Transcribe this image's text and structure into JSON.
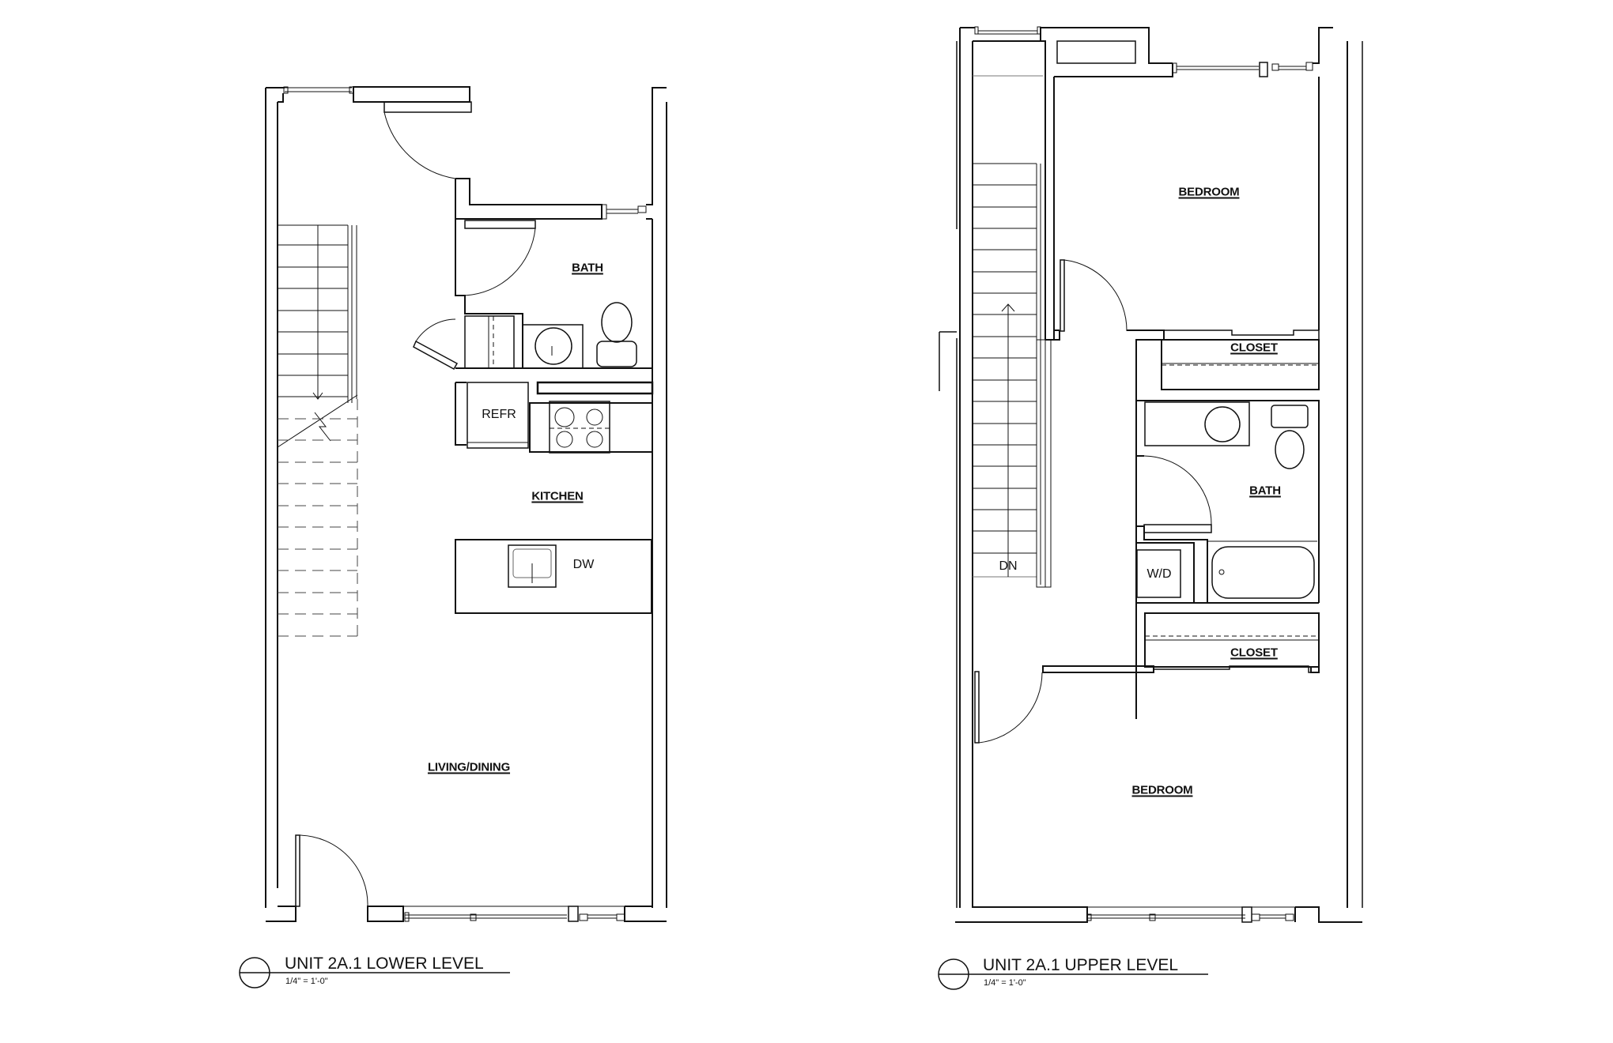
{
  "lower_level": {
    "title": "UNIT 2A.1 LOWER LEVEL",
    "scale": "1/4\" = 1'-0\"",
    "rooms": {
      "bath": "BATH",
      "kitchen": "KITCHEN",
      "living_dining": "LIVING/DINING"
    },
    "fixtures": {
      "refrigerator": "REFR",
      "dishwasher": "DW"
    }
  },
  "upper_level": {
    "title": "UNIT 2A.1 UPPER LEVEL",
    "scale": "1/4\" = 1'-0\"",
    "rooms": {
      "bedroom_1": "BEDROOM",
      "closet_1": "CLOSET",
      "bath": "BATH",
      "closet_2": "CLOSET",
      "bedroom_2": "BEDROOM"
    },
    "fixtures": {
      "washer_dryer": "W/D",
      "stair_down": "DN"
    }
  },
  "colors": {
    "line": "#111111",
    "background": "#ffffff",
    "light_line": "#777777"
  }
}
